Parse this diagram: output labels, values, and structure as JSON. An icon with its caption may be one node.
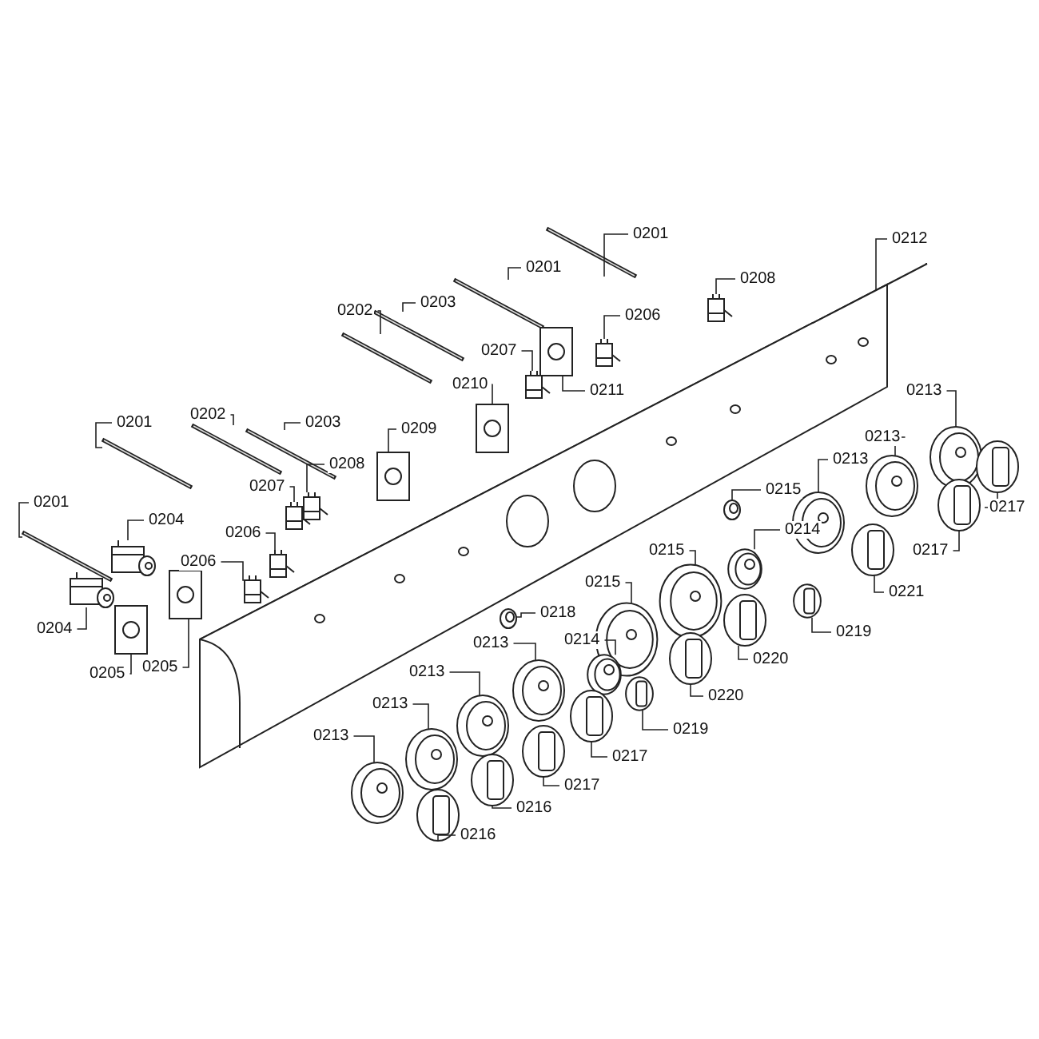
{
  "diagram": {
    "nodes": [
      {
        "text": [
          "0201"
        ]
      },
      {
        "text": [
          "0212"
        ]
      },
      {
        "text": [
          "0201"
        ]
      },
      {
        "text": [
          "0208"
        ]
      },
      {
        "text": [
          "0202"
        ]
      },
      {
        "text": [
          "0203"
        ]
      },
      {
        "text": [
          "0206"
        ]
      },
      {
        "text": [
          "0207"
        ]
      },
      {
        "text": [
          "0210"
        ]
      },
      {
        "text": [
          "0211"
        ]
      },
      {
        "text": [
          "0201"
        ]
      },
      {
        "text": [
          "0202"
        ]
      },
      {
        "text": [
          "0203"
        ]
      },
      {
        "text": [
          "0209"
        ]
      },
      {
        "text": [
          "0213"
        ]
      },
      {
        "text": [
          "0213"
        ]
      },
      {
        "text": [
          "0208"
        ]
      },
      {
        "text": [
          "0215"
        ]
      },
      {
        "text": [
          "0213"
        ]
      },
      {
        "text": [
          "0201"
        ]
      },
      {
        "text": [
          "0204"
        ]
      },
      {
        "text": [
          "0207"
        ]
      },
      {
        "text": [
          "0206"
        ]
      },
      {
        "text": [
          "0214"
        ]
      },
      {
        "text": [
          "0217"
        ]
      },
      {
        "text": [
          "0217"
        ]
      },
      {
        "text": [
          "0215"
        ]
      },
      {
        "text": [
          "0206"
        ]
      },
      {
        "text": [
          "0215"
        ]
      },
      {
        "text": [
          "0221"
        ]
      },
      {
        "text": [
          "0218"
        ]
      },
      {
        "text": [
          "0213"
        ]
      },
      {
        "text": [
          "0214"
        ]
      },
      {
        "text": [
          "0219"
        ]
      },
      {
        "text": [
          "0204"
        ]
      },
      {
        "text": [
          "0205"
        ]
      },
      {
        "text": [
          "0205"
        ]
      },
      {
        "text": [
          "0213"
        ]
      },
      {
        "text": [
          "0220"
        ]
      },
      {
        "text": [
          "0220"
        ]
      },
      {
        "text": [
          "0213"
        ]
      },
      {
        "text": [
          "0219"
        ]
      },
      {
        "text": [
          "0213"
        ]
      },
      {
        "text": [
          "0217"
        ]
      },
      {
        "text": [
          "0217"
        ]
      },
      {
        "text": [
          "0216"
        ]
      },
      {
        "text": [
          "0216"
        ]
      },
      {
        "text": [],
        "shape": "picture"
      },
      {
        "text": [],
        "shape": "picture"
      },
      {
        "text": [],
        "shape": "picture"
      },
      {
        "text": [],
        "shape": "picture"
      },
      {
        "text": [],
        "shape": "picture"
      },
      {
        "text": [],
        "shape": "picture"
      },
      {
        "text": [],
        "shape": "picture"
      },
      {
        "text": [],
        "shape": "picture"
      },
      {
        "text": [],
        "shape": "picture"
      },
      {
        "text": [],
        "shape": "picture"
      },
      {
        "text": [],
        "shape": "picture"
      },
      {
        "text": [],
        "shape": "picture"
      },
      {
        "text": [],
        "shape": "picture"
      },
      {
        "text": [],
        "shape": "picture"
      },
      {
        "text": [],
        "shape": "picture"
      },
      {
        "text": [],
        "shape": "picture"
      },
      {
        "text": [],
        "shape": "picture"
      },
      {
        "text": [],
        "shape": "picture"
      },
      {
        "text": [],
        "shape": "picture"
      },
      {
        "text": [],
        "shape": "picture"
      },
      {
        "text": [],
        "shape": "picture"
      },
      {
        "text": [],
        "shape": "picture"
      },
      {
        "text": [],
        "shape": "picture"
      },
      {
        "text": [],
        "shape": "picture"
      },
      {
        "text": [],
        "shape": "picture"
      },
      {
        "text": [],
        "shape": "picture"
      },
      {
        "text": [],
        "shape": "picture"
      },
      {
        "text": [],
        "shape": "picture"
      },
      {
        "text": [],
        "shape": "picture"
      },
      {
        "text": [],
        "shape": "picture"
      },
      {
        "text": [],
        "shape": "picture"
      },
      {
        "text": [],
        "shape": "picture"
      },
      {
        "text": [],
        "shape": "picture"
      },
      {
        "text": [],
        "shape": "picture"
      },
      {
        "text": [],
        "shape": "picture"
      },
      {
        "text": [],
        "shape": "picture"
      },
      {
        "text": [],
        "shape": "picture"
      },
      {
        "text": [],
        "shape": "picture"
      },
      {
        "text": [],
        "shape": "picture"
      },
      {
        "text": [],
        "shape": "picture"
      },
      {
        "text": [],
        "shape": "picture"
      },
      {
        "text": [],
        "shape": "picture"
      },
      {
        "text": [],
        "shape": "picture"
      },
      {
        "text": [],
        "shape": "picture"
      },
      {
        "text": [],
        "shape": "picture"
      },
      {
        "text": [],
        "shape": "picture"
      },
      {
        "text": [],
        "shape": "picture"
      }
    ],
    "edges": [
      {
        "from": 0,
        "to": 47,
        "arrow": "none"
      },
      {
        "from": 1,
        "to": 48,
        "arrow": "none"
      },
      {
        "from": 2,
        "to": 49,
        "arrow": "none"
      },
      {
        "from": 3,
        "to": 50,
        "arrow": "none"
      },
      {
        "from": 4,
        "to": 51,
        "arrow": "none"
      },
      {
        "from": 5,
        "to": 52,
        "arrow": "none"
      },
      {
        "from": 6,
        "to": 53,
        "arrow": "none"
      },
      {
        "from": 7,
        "to": 54,
        "arrow": "none"
      },
      {
        "from": 8,
        "to": 55,
        "arrow": "none"
      },
      {
        "from": 9,
        "to": 56,
        "arrow": "none"
      },
      {
        "from": 10,
        "to": 57,
        "arrow": "none"
      },
      {
        "from": 11,
        "to": 58,
        "arrow": "none"
      },
      {
        "from": 12,
        "to": 59,
        "arrow": "none"
      },
      {
        "from": 13,
        "to": 60,
        "arrow": "none"
      },
      {
        "from": 14,
        "to": 61,
        "arrow": "none"
      },
      {
        "from": 15,
        "to": 62,
        "arrow": "none"
      },
      {
        "from": 16,
        "to": 63,
        "arrow": "none"
      },
      {
        "from": 17,
        "to": 64,
        "arrow": "none"
      },
      {
        "from": 18,
        "to": 65,
        "arrow": "none"
      },
      {
        "from": 19,
        "to": 66,
        "arrow": "none"
      },
      {
        "from": 20,
        "to": 67,
        "arrow": "none"
      },
      {
        "from": 21,
        "to": 68,
        "arrow": "none"
      },
      {
        "from": 22,
        "to": 69,
        "arrow": "none"
      },
      {
        "from": 23,
        "to": 70,
        "arrow": "none"
      },
      {
        "from": 24,
        "to": 71,
        "arrow": "none"
      },
      {
        "from": 25,
        "to": 72,
        "arrow": "none"
      },
      {
        "from": 26,
        "to": 73,
        "arrow": "none"
      },
      {
        "from": 27,
        "to": 74,
        "arrow": "none"
      },
      {
        "from": 28,
        "to": 75,
        "arrow": "none"
      },
      {
        "from": 29,
        "to": 76,
        "arrow": "none"
      },
      {
        "from": 30,
        "to": 77,
        "arrow": "none"
      },
      {
        "from": 31,
        "to": 78,
        "arrow": "none"
      },
      {
        "from": 32,
        "to": 79,
        "arrow": "none"
      },
      {
        "from": 33,
        "to": 80,
        "arrow": "none"
      },
      {
        "from": 34,
        "to": 81,
        "arrow": "none"
      },
      {
        "from": 35,
        "to": 82,
        "arrow": "none"
      },
      {
        "from": 36,
        "to": 83,
        "arrow": "none"
      },
      {
        "from": 37,
        "to": 84,
        "arrow": "none"
      },
      {
        "from": 38,
        "to": 85,
        "arrow": "none"
      },
      {
        "from": 39,
        "to": 86,
        "arrow": "none"
      },
      {
        "from": 40,
        "to": 87,
        "arrow": "none"
      },
      {
        "from": 41,
        "to": 88,
        "arrow": "none"
      },
      {
        "from": 42,
        "to": 89,
        "arrow": "none"
      },
      {
        "from": 43,
        "to": 90,
        "arrow": "none"
      },
      {
        "from": 44,
        "to": 91,
        "arrow": "none"
      },
      {
        "from": 45,
        "to": 92,
        "arrow": "none"
      },
      {
        "from": 46,
        "to": 93,
        "arrow": "none"
      }
    ]
  }
}
